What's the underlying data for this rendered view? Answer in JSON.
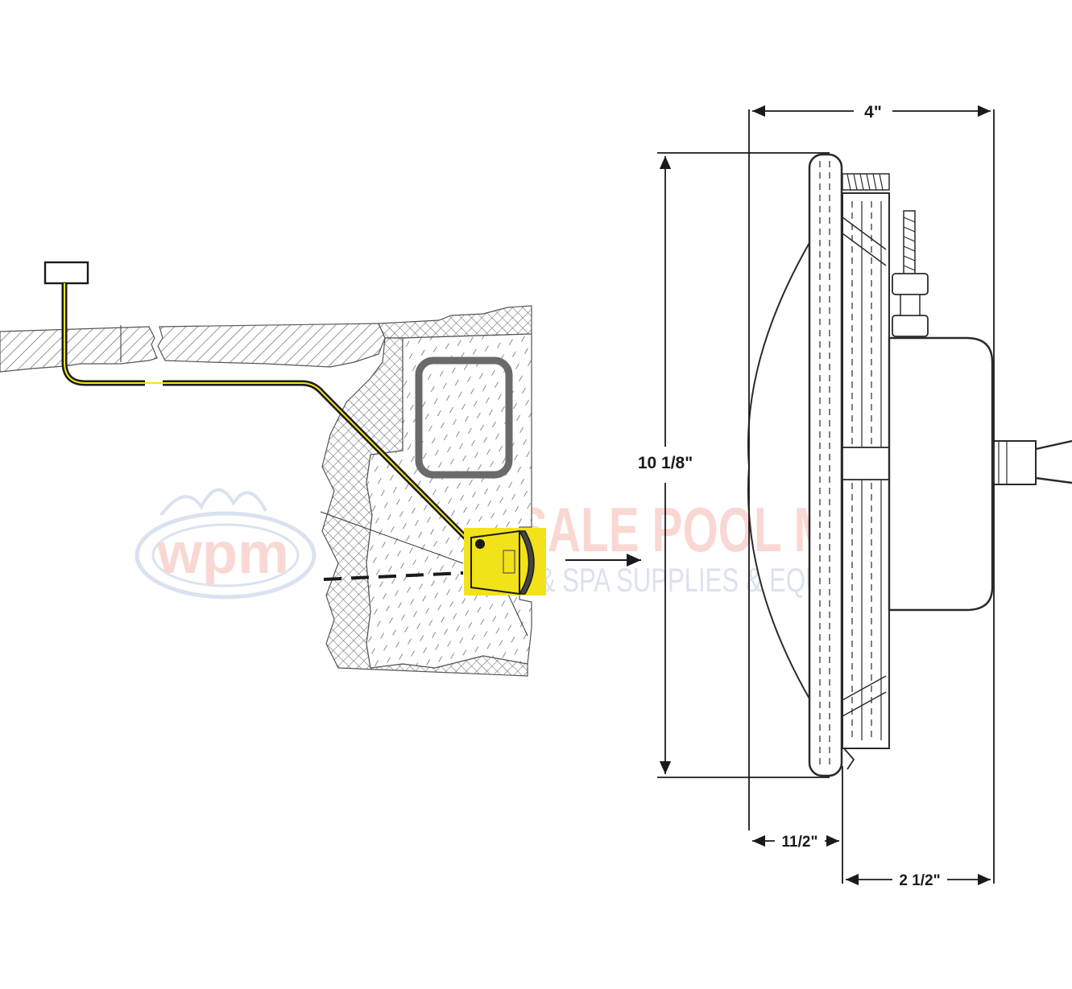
{
  "diagram": {
    "dimensions": {
      "width": "4\"",
      "height": "10 1/8\"",
      "face_depth": "11/2\"",
      "housing_depth": "2 1/2\""
    },
    "watermark": {
      "logo_text": "wpm",
      "title": "WHOLESALE POOL MART",
      "subtitle": "POOL & SPA SUPPLIES & EQUIPMENT"
    },
    "colors": {
      "line": "#1a1a1a",
      "highlight": "#f2e21a",
      "cable_core": "#f5e61e",
      "hatch": "#777777",
      "watermark_red": "#e8543c",
      "watermark_blue": "#5a7fb8"
    }
  }
}
